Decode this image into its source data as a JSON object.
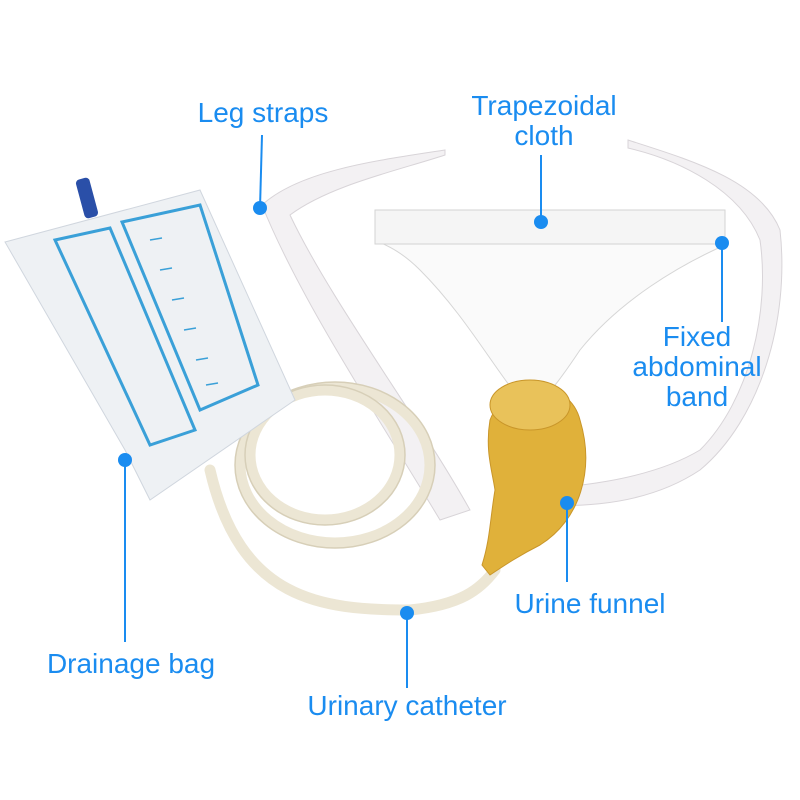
{
  "labels": {
    "leg_straps": "Leg straps",
    "trapezoidal_cloth": [
      "Trapezoidal",
      "cloth"
    ],
    "fixed_abdominal_band": [
      "Fixed",
      "abdominal",
      "band"
    ],
    "urine_funnel": "Urine funnel",
    "urinary_catheter": "Urinary catheter",
    "drainage_bag": "Drainage bag"
  },
  "colors": {
    "accent": "#1a8cf0",
    "funnel": "#e0b13a",
    "bag_print": "#3aa0d8",
    "cap": "#2a4fa8"
  }
}
